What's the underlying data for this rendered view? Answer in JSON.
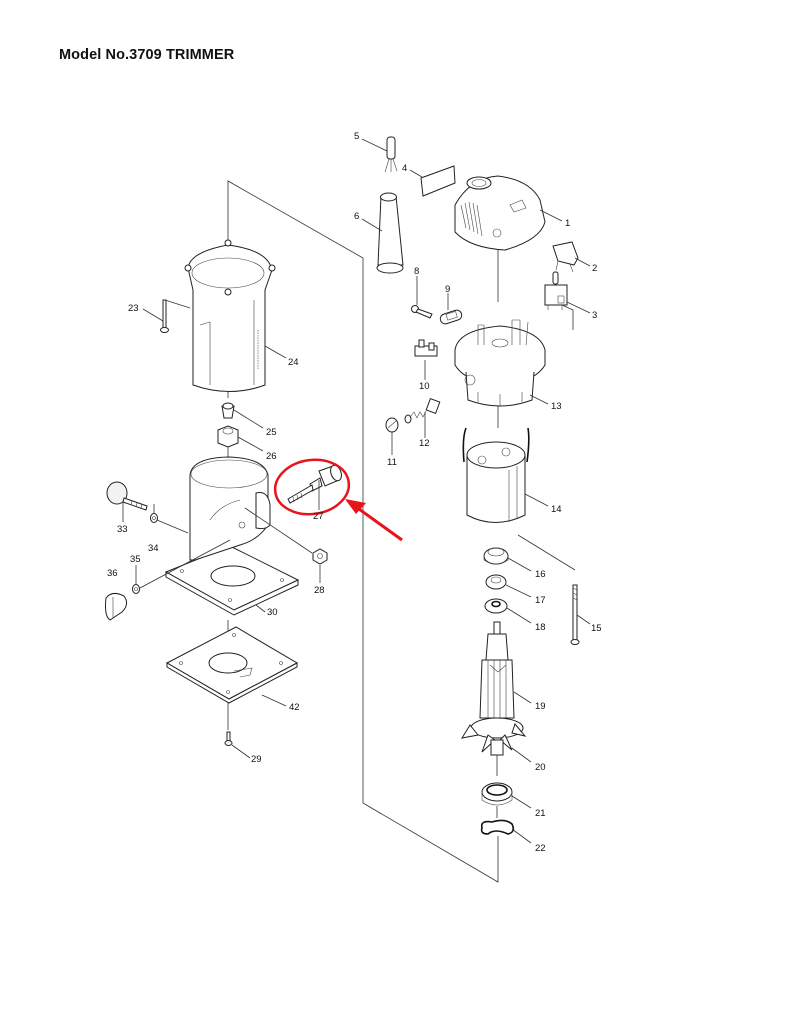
{
  "header": {
    "title": "Model No.3709 TRIMMER"
  },
  "diagram": {
    "type": "exploded-parts-diagram",
    "highlight": {
      "part": "27",
      "annotation": "red-circle-with-arrow",
      "color": "#e8141c"
    },
    "parts": [
      {
        "no": "1",
        "name": "motor-housing-cap",
        "label": "1"
      },
      {
        "no": "2",
        "name": "capacitor",
        "label": "2"
      },
      {
        "no": "3",
        "name": "switch",
        "label": "3"
      },
      {
        "no": "4",
        "name": "name-plate",
        "label": "4"
      },
      {
        "no": "5",
        "name": "noise-suppressor",
        "label": "5"
      },
      {
        "no": "6",
        "name": "strain-relief",
        "label": "6"
      },
      {
        "no": "8",
        "name": "tapping-screw",
        "label": "8"
      },
      {
        "no": "9",
        "name": "cord-clamp",
        "label": "9"
      },
      {
        "no": "10",
        "name": "terminal-block",
        "label": "10"
      },
      {
        "no": "11",
        "name": "brush-holder-cap",
        "label": "11"
      },
      {
        "no": "12",
        "name": "carbon-brush",
        "label": "12"
      },
      {
        "no": "13",
        "name": "motor-housing",
        "label": "13"
      },
      {
        "no": "14",
        "name": "field",
        "label": "14"
      },
      {
        "no": "15",
        "name": "long-screw",
        "label": "15"
      },
      {
        "no": "16",
        "name": "bearing-retainer",
        "label": "16"
      },
      {
        "no": "17",
        "name": "ball-bearing-upper",
        "label": "17"
      },
      {
        "no": "18",
        "name": "rubber-ring",
        "label": "18"
      },
      {
        "no": "19",
        "name": "armature",
        "label": "19"
      },
      {
        "no": "20",
        "name": "fan",
        "label": "20"
      },
      {
        "no": "21",
        "name": "ball-bearing-lower",
        "label": "21"
      },
      {
        "no": "22",
        "name": "wave-washer",
        "label": "22"
      },
      {
        "no": "23",
        "name": "screw",
        "label": "23"
      },
      {
        "no": "24",
        "name": "motor-cover",
        "label": "24"
      },
      {
        "no": "25",
        "name": "collet-cone",
        "label": "25"
      },
      {
        "no": "26",
        "name": "collet-nut",
        "label": "26"
      },
      {
        "no": "27",
        "name": "adjusting-screw",
        "label": "27"
      },
      {
        "no": "28",
        "name": "hex-nut",
        "label": "28"
      },
      {
        "no": "29",
        "name": "pan-head-screw",
        "label": "29"
      },
      {
        "no": "30",
        "name": "trimmer-base",
        "label": "30"
      },
      {
        "no": "33",
        "name": "thumb-screw",
        "label": "33"
      },
      {
        "no": "34",
        "name": "flat-washer",
        "label": "34"
      },
      {
        "no": "35",
        "name": "flat-washer-small",
        "label": "35"
      },
      {
        "no": "36",
        "name": "lever",
        "label": "36"
      },
      {
        "no": "42",
        "name": "base-plate",
        "label": "42"
      }
    ]
  }
}
